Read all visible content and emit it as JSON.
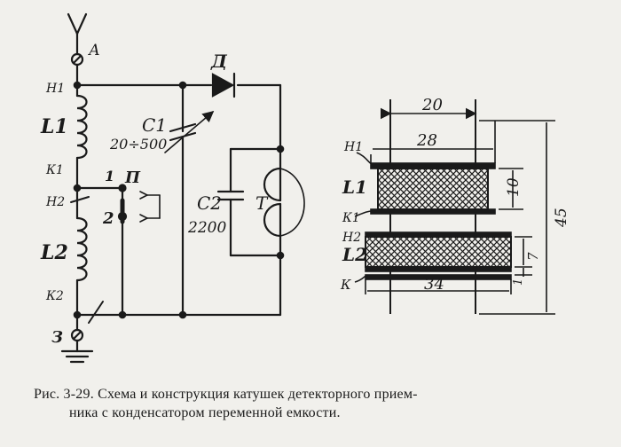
{
  "schematic": {
    "antenna": "А",
    "ground": "З",
    "diode": "Д",
    "switch": "П",
    "switch_pos1": "1",
    "switch_pos2": "2",
    "headphones": "Т",
    "coil1": "L1",
    "coil2": "L2",
    "tap_h1": "Н1",
    "tap_k1": "К1",
    "tap_h2": "Н2",
    "tap_k2": "К2",
    "cap1": "С1",
    "cap1_value": "20÷500",
    "cap2": "С2",
    "cap2_value": "2200"
  },
  "construction": {
    "dim_core": "20",
    "dim_flange": "28",
    "dim_coil1": "10",
    "dim_total": "45",
    "dim_coil2": "7",
    "dim_gap": "1",
    "dim_base": "34",
    "label_h1": "Н1",
    "label_l1": "L1",
    "label_k1": "К1",
    "label_h2": "Н2",
    "label_l2": "L2",
    "label_k": "К"
  },
  "caption": {
    "line1": "Рис. 3-29. Схема и конструкция катушек детекторного прием-",
    "line2": "ника с конденсатором переменной емкости."
  }
}
